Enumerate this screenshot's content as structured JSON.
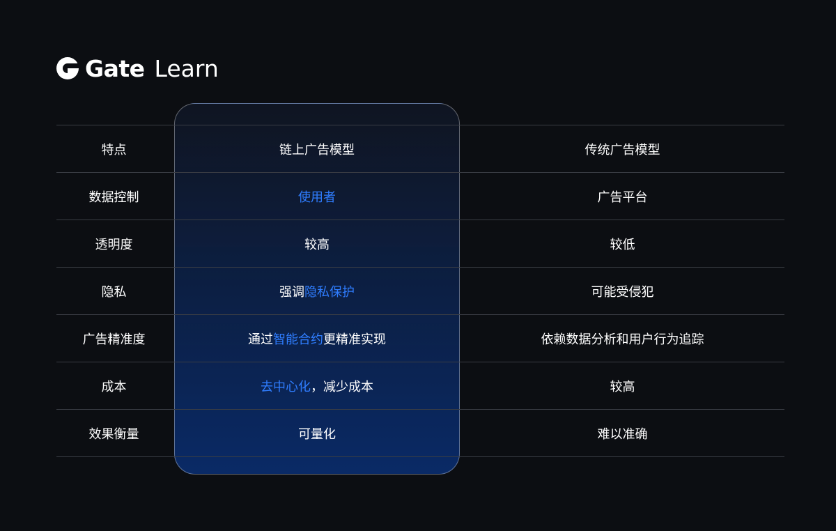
{
  "brand": {
    "name": "Gate",
    "suffix": "Learn"
  },
  "table": {
    "header": [
      "特点",
      "链上广告模型",
      "传统广告模型"
    ],
    "rows": [
      {
        "feature": "数据控制",
        "onchain": [
          {
            "t": "使用者",
            "hl": true
          }
        ],
        "traditional": "广告平台"
      },
      {
        "feature": "透明度",
        "onchain": [
          {
            "t": "较高",
            "hl": false
          }
        ],
        "traditional": "较低"
      },
      {
        "feature": "隐私",
        "onchain": [
          {
            "t": "强调",
            "hl": false
          },
          {
            "t": "隐私保护",
            "hl": true
          }
        ],
        "traditional": "可能受侵犯"
      },
      {
        "feature": "广告精准度",
        "onchain": [
          {
            "t": "通过",
            "hl": false
          },
          {
            "t": "智能合约",
            "hl": true
          },
          {
            "t": "更精准实现",
            "hl": false
          }
        ],
        "traditional": "依赖数据分析和用户行为追踪"
      },
      {
        "feature": "成本",
        "onchain": [
          {
            "t": "去中心化",
            "hl": true
          },
          {
            "t": "，减少成本",
            "hl": false
          }
        ],
        "traditional": "较高"
      },
      {
        "feature": "效果衡量",
        "onchain": [
          {
            "t": "可量化",
            "hl": false
          }
        ],
        "traditional": "难以准确"
      }
    ]
  },
  "colors": {
    "background": "#0c0e12",
    "highlight_text": "#2f7dff",
    "column_bottom": "#0a2a66"
  }
}
